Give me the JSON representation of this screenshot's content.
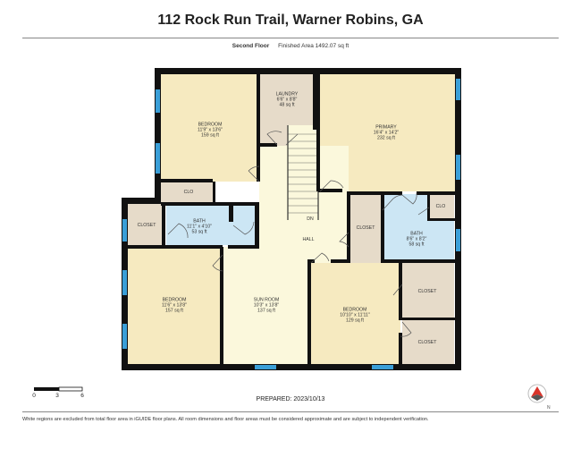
{
  "title": "112 Rock Run Trail, Warner Robins, GA",
  "floor": {
    "name": "Second Floor",
    "area_text": "Finished Area 1492.07 sq ft"
  },
  "rooms": {
    "bedroom1": {
      "name": "BEDROOM",
      "dims": "11'9\" x 13'6\"",
      "area": "159 sq ft"
    },
    "laundry": {
      "name": "LAUNDRY",
      "dims": "6'6\" x 8'8\"",
      "area": "48 sq ft"
    },
    "primary": {
      "name": "PRIMARY",
      "dims": "16'4\" x 14'2\"",
      "area": "232 sq ft"
    },
    "bath1": {
      "name": "BATH",
      "dims": "11'1\" x 4'10\"",
      "area": "53 sq ft"
    },
    "bath2": {
      "name": "BATH",
      "dims": "8'6\" x 8'2\"",
      "area": "58 sq ft"
    },
    "bedroom2": {
      "name": "BEDROOM",
      "dims": "11'6\" x 13'8\"",
      "area": "157 sq ft"
    },
    "sunroom": {
      "name": "SUN ROOM",
      "dims": "10'3\" x 13'8\"",
      "area": "137 sq ft"
    },
    "bedroom3": {
      "name": "BEDROOM",
      "dims": "10'10\" x 11'11\"",
      "area": "129 sq ft"
    },
    "hall": {
      "name": "HALL"
    },
    "closet_left": {
      "name": "CLOSET"
    },
    "closet_mid": {
      "name": "CLOSET"
    },
    "closet_right1": {
      "name": "CLOSET"
    },
    "closet_right2": {
      "name": "CLOSET"
    },
    "clo1": {
      "name": "CLO"
    },
    "clo2": {
      "name": "CLO"
    },
    "stairs": {
      "label": "DN"
    }
  },
  "scale": {
    "ticks": [
      "0",
      "3",
      "6"
    ]
  },
  "prepared": "PREPARED: 2023/10/13",
  "footer_note": "White regions are excluded from total floor area in iGUIDE floor plans. All room dimensions and floor areas must be considered approximate and are subject to independent verification.",
  "colors": {
    "wall": "#111111",
    "bedroom_fill": "#f6eac0",
    "sunroom_fill": "#fbf8dc",
    "hall_fill": "#fbf8dc",
    "bath_fill": "#cce6f4",
    "closet_fill": "#e6dbc9",
    "window": "#3a9fd8",
    "compass_red": "#d9342b"
  }
}
